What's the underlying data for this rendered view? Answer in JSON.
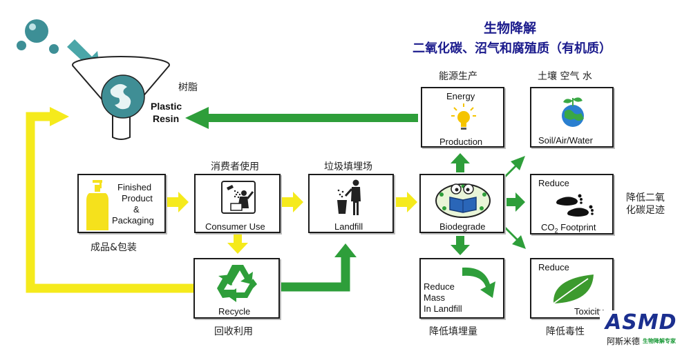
{
  "header": {
    "title": "生物降解",
    "subtitle": "二氧化碳、沼气和腐殖质（有机质）"
  },
  "resin": {
    "cn_label": "树脂",
    "en_line1": "Plastic",
    "en_line2": "Resin"
  },
  "nodes": {
    "finished": {
      "cn": "成品&包装",
      "line1": "Finished",
      "line2": "Product",
      "line3": "&",
      "line4": "Packaging"
    },
    "consumer": {
      "cn": "消费者使用",
      "label": "Consumer Use"
    },
    "landfill": {
      "cn": "垃圾填埋场",
      "label": "Landfill"
    },
    "biodegrade": {
      "label": "Biodegrade"
    },
    "recycle": {
      "cn": "回收利用",
      "label": "Recycle"
    },
    "energy": {
      "cn": "能源生产",
      "line1": "Energy",
      "line2": "Production"
    },
    "soil": {
      "cn": "土壤 空气 水",
      "label": "Soil/Air/Water"
    },
    "footprint": {
      "cn_line1": "降低二氧",
      "cn_line2": "化碳足迹",
      "line1": "Reduce",
      "co": "CO",
      "sub": "2",
      "rest": " Footprint"
    },
    "mass": {
      "cn": "降低填埋量",
      "line1": "Reduce",
      "line2": "Mass",
      "line3": "In Landfill"
    },
    "toxicity": {
      "cn": "降低毒性",
      "line1": "Reduce",
      "line2": "Toxicity"
    }
  },
  "logo": {
    "text": "ASMD",
    "cn": "阿斯米德",
    "tagline": "生物降解专家"
  },
  "colors": {
    "yellow_arrow": "#f5ea1c",
    "green_arrow": "#2e9e3a",
    "title_blue": "#1a1a8c",
    "logo_blue": "#1b2f8f",
    "logo_green": "#1d9a3a"
  }
}
